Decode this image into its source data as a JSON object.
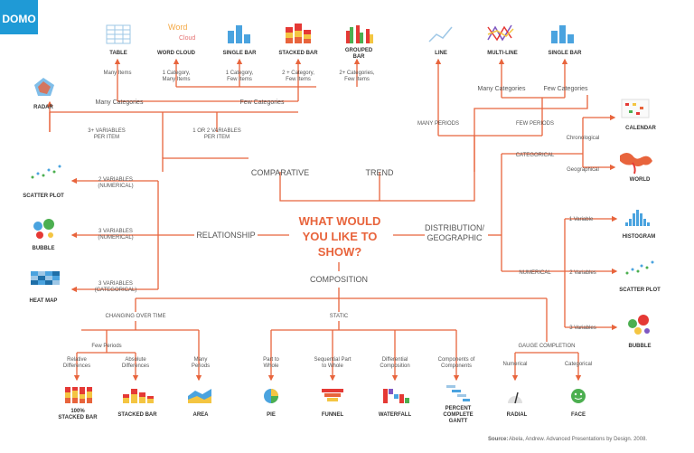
{
  "logo": {
    "text": "DOMO",
    "color": "#1f9ad6"
  },
  "center": {
    "line1": "WHAT WOULD",
    "line2": "YOU LIKE TO",
    "line3": "SHOW?",
    "color": "#e8643c"
  },
  "categories": {
    "comparative": "COMPARATIVE",
    "trend": "TREND",
    "relationship": "RELATIONSHIP",
    "distribution1": "DISTRIBUTION/",
    "distribution2": "GEOGRAPHIC",
    "composition": "COMPOSITION"
  },
  "labels": {
    "many_categories_left": "Many Categories",
    "few_categories_left": "Few Categories",
    "many_items": "Many Items",
    "one_cat_many_items_1": "1 Category,",
    "one_cat_many_items_2": "Many Items",
    "one_cat_few_items_1": "1 Category,",
    "one_cat_few_items_2": "Few Items",
    "two_cat_few_items_1": "2 + Category,",
    "two_cat_few_items_2": "Few Items",
    "two_plus_cat_few_items_1": "2+ Categories,",
    "two_plus_cat_few_items_2": "Few Items",
    "three_plus_vars_1": "3+ VARIABLES",
    "three_plus_vars_2": "PER ITEM",
    "one_or_two_vars_1": "1 OR 2 VARIABLES",
    "one_or_two_vars_2": "PER ITEM",
    "many_categories_right": "Many Categories",
    "few_categories_right": "Few Categories",
    "many_periods": "MANY PERIODS",
    "few_periods": "FEW PERIODS",
    "categorical": "CATEGORICAL",
    "chronological": "Chronological",
    "geographical": "Geographical",
    "numerical": "NUMERICAL",
    "one_variable": "1 Variable",
    "two_variables": "2 Variables",
    "three_variables": "3 Variables",
    "rel_two_vars_1": "2 VARIABLES",
    "rel_two_vars_2": "(NUMERICAL)",
    "rel_three_vars_num_1": "3 VARIABLES",
    "rel_three_vars_num_2": "(NUMERICAL)",
    "rel_three_vars_cat_1": "3 VARIABLES",
    "rel_three_vars_cat_2": "(CATEGORICAL)",
    "changing_over_time": "CHANGING OVER TIME",
    "static": "STATIC",
    "gauge_completion": "GAUGE COMPLETION",
    "few_periods_comp": "Few Periods",
    "relative_differences_1": "Relative",
    "relative_differences_2": "Differences",
    "absolute_differences_1": "Absolute",
    "absolute_differences_2": "Differences",
    "many_periods_comp_1": "Many",
    "many_periods_comp_2": "Periods",
    "part_to_whole_1": "Part to",
    "part_to_whole_2": "Whole",
    "sequential_1": "Sequential Part",
    "sequential_2": "to Whole",
    "differential_1": "Differential",
    "differential_2": "Composition",
    "components_1": "Components of",
    "components_2": "Components",
    "gauge_numerical": "Numerical",
    "gauge_categorical": "Categorical"
  },
  "charts": {
    "table": "TABLE",
    "word_cloud": "WORD CLOUD",
    "single_bar_left": "SINGLE BAR",
    "stacked_bar_top": "STACKED BAR",
    "grouped_bar_1": "GROUPED",
    "grouped_bar_2": "BAR",
    "line": "LINE",
    "multi_line": "MULTI-LINE",
    "single_bar_right": "SINGLE BAR",
    "radar": "RADAR",
    "calendar": "CALENDAR",
    "world": "WORLD",
    "histogram": "HISTOGRAM",
    "scatter_plot_right": "SCATTER PLOT",
    "bubble_right": "BUBBLE",
    "scatter_plot_left": "SCATTER PLOT",
    "bubble_left": "BUBBLE",
    "heat_map": "HEAT MAP",
    "stacked_100_1": "100%",
    "stacked_100_2": "STACKED BAR",
    "stacked_bar_bottom": "STACKED BAR",
    "area": "AREA",
    "pie": "PIE",
    "funnel": "FUNNEL",
    "waterfall": "WATERFALL",
    "gantt_1": "PERCENT",
    "gantt_2": "COMPLETE",
    "gantt_3": "GANTT",
    "radial": "RADIAL",
    "face": "FACE"
  },
  "word_cloud_icon": {
    "line1": "Word",
    "line2": "Cloud"
  },
  "source": {
    "prefix": "Source:",
    "text": "Abela, Andrew. Advanced Presentations by Design. 2008."
  },
  "colors": {
    "accent": "#e8643c",
    "blue": "#4aa3df",
    "green": "#4caf50",
    "red": "#e53935",
    "yellow": "#f4c542",
    "purple": "#7e57c2",
    "text": "#555555"
  }
}
